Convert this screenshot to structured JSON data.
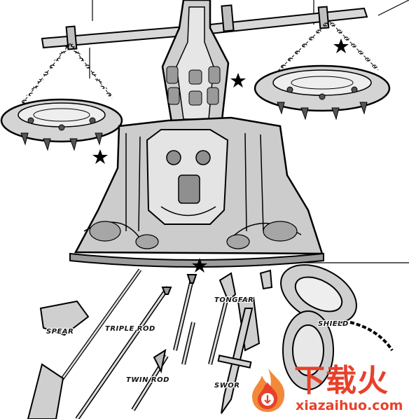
{
  "weapon_labels": {
    "spear": "SPEAR",
    "triple_rod": "TRIPLE ROD",
    "tongfar": "TONGFAR",
    "shield": "SHIELD",
    "twin_rod": "TWIN ROD",
    "sword": "SWOR"
  },
  "watermark": {
    "text": "下载火",
    "url": "xiazaihuo.com"
  },
  "colors": {
    "ink": "#000000",
    "metal": "#d6d6d6",
    "metal_dark": "#8a8a8a",
    "watermark": "#e8402a"
  }
}
